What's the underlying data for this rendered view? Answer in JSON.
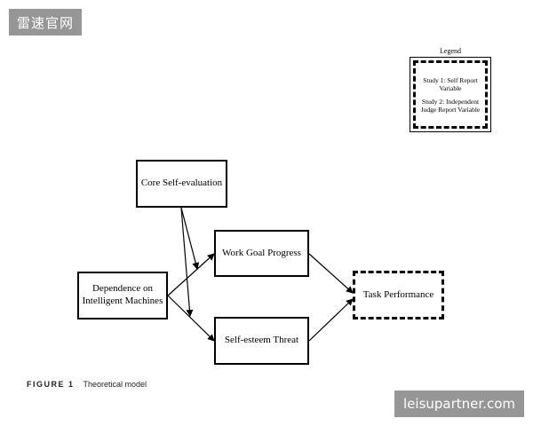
{
  "watermarks": {
    "top": "雷速官网",
    "bottom": "leisupartner.com"
  },
  "legend": {
    "title": "Legend",
    "entries": [
      {
        "line1": "Study 1: Self Report",
        "line2": "Variable"
      },
      {
        "line1": "Study 2: Independent",
        "line2": "Judge Report Variable"
      }
    ]
  },
  "nodes": {
    "core_self_evaluation": {
      "line1": "Core Self-evaluation"
    },
    "dependence": {
      "line1": "Dependence on",
      "line2": "Intelligent Machines"
    },
    "work_goal_progress": {
      "line1": "Work Goal Progress"
    },
    "self_esteem_threat": {
      "line1": "Self-esteem Threat"
    },
    "task_performance": {
      "line1": "Task Performance"
    }
  },
  "caption": {
    "label": "FIGURE 1",
    "text": "Theoretical model"
  }
}
